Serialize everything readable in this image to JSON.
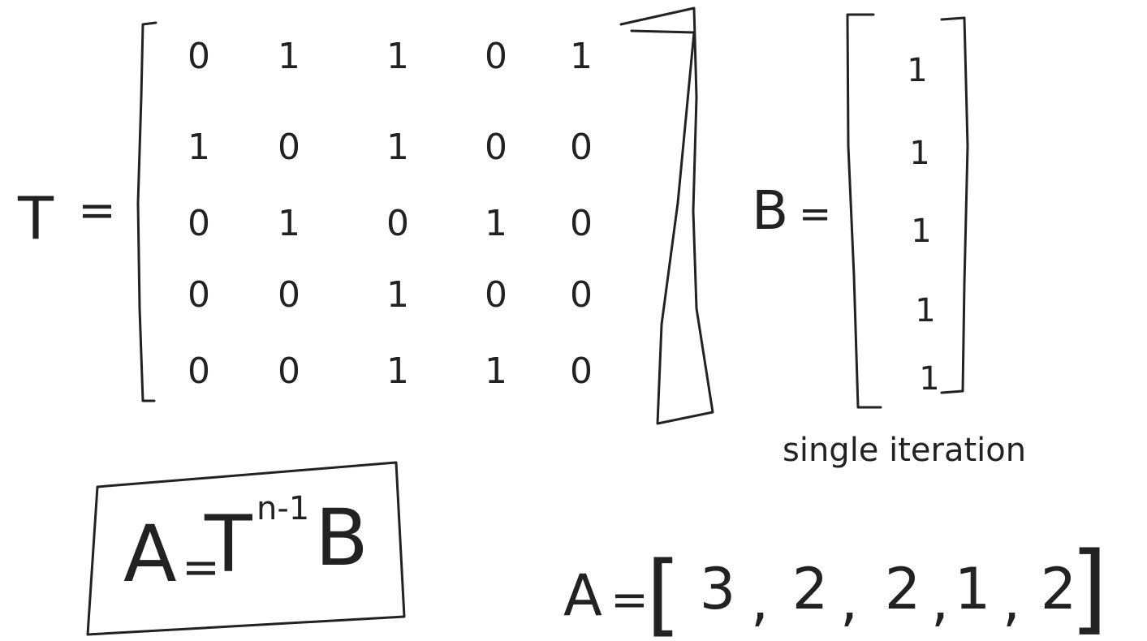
{
  "t_matrix": {
    "label": "T",
    "equals": "=",
    "rows": [
      [
        "0",
        "1",
        "1",
        "0",
        "1"
      ],
      [
        "1",
        "0",
        "1",
        "0",
        "0"
      ],
      [
        "0",
        "1",
        "0",
        "1",
        "0"
      ],
      [
        "0",
        "0",
        "1",
        "0",
        "0"
      ],
      [
        "0",
        "0",
        "1",
        "1",
        "0"
      ]
    ]
  },
  "b_vector": {
    "label": "B",
    "equals": "=",
    "values": [
      "1",
      "1",
      "1",
      "1",
      "1"
    ],
    "annotation": "single iteration"
  },
  "formula": {
    "lhs": "A",
    "equals": "=",
    "base": "T",
    "exponent": "n-1",
    "rhs": "B"
  },
  "result": {
    "label": "A",
    "equals": "=",
    "open_bracket": "[",
    "values": [
      "3",
      "2",
      "2",
      "1",
      "2"
    ],
    "separator": ",",
    "close_bracket": "]"
  },
  "colors": {
    "ink": "#222222",
    "background": "#ffffff"
  }
}
